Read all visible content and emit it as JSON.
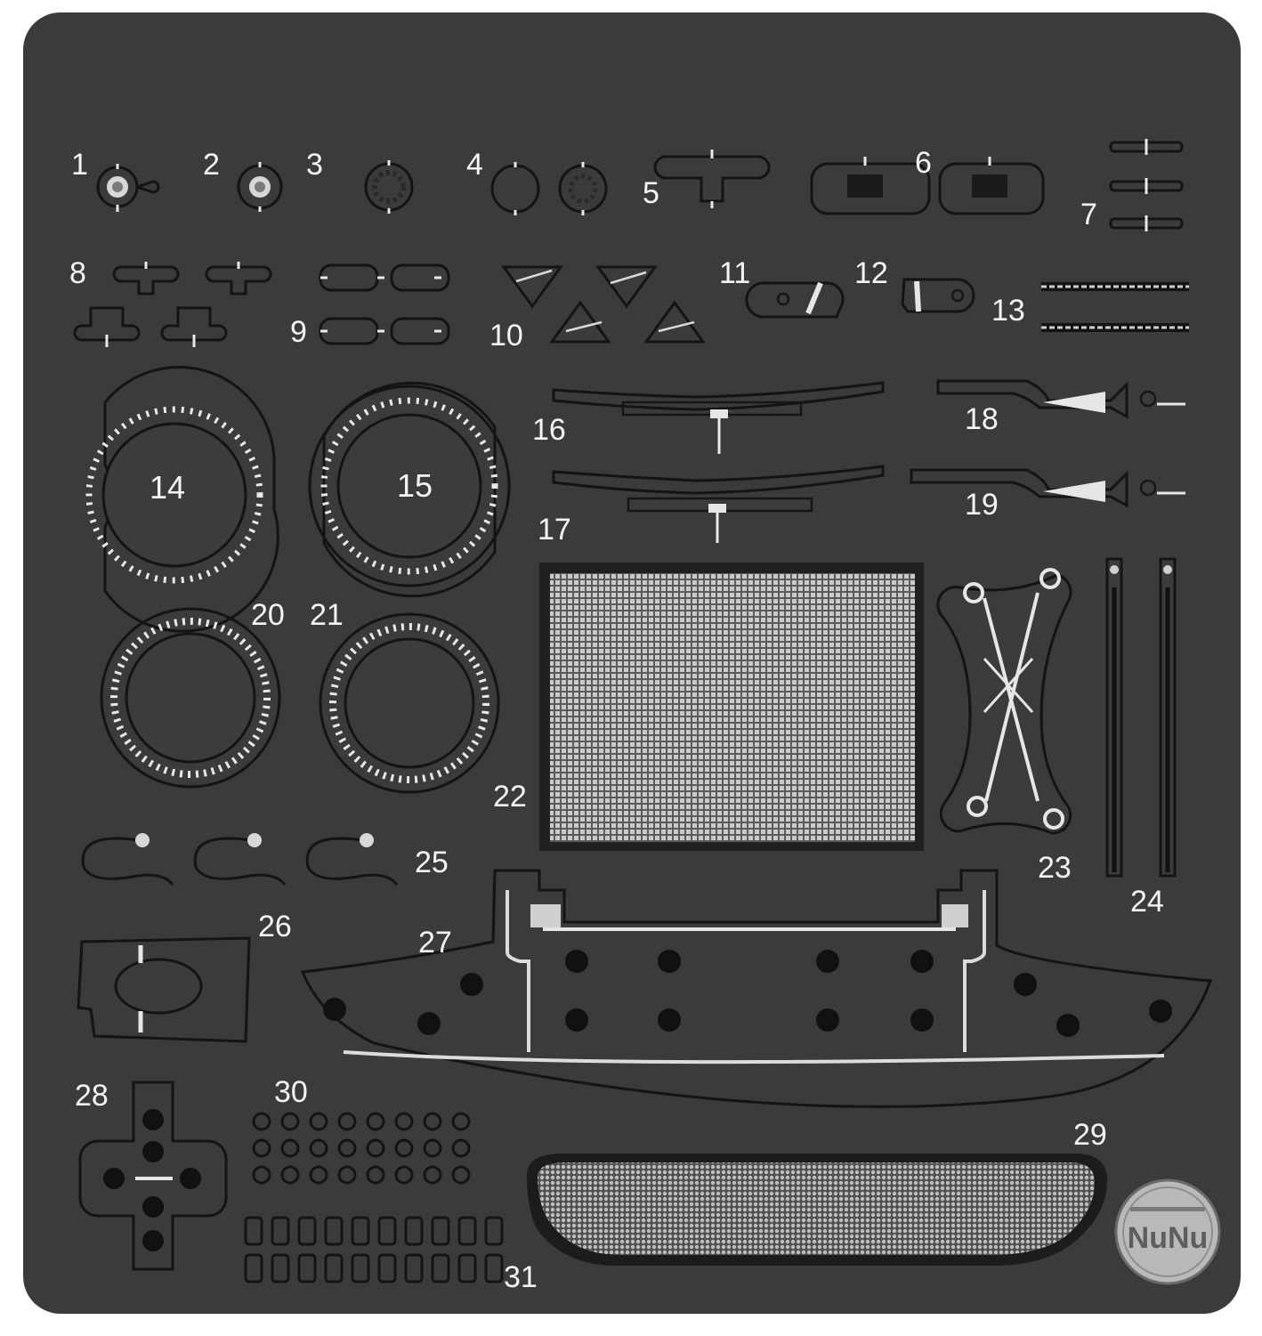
{
  "sheet": {
    "plate_color": "#3b3b3b",
    "cut_color": "#141414",
    "etch_color": "#e6e6e6",
    "part_numbers": [
      "1",
      "2",
      "3",
      "4",
      "5",
      "6",
      "7",
      "8",
      "9",
      "10",
      "11",
      "12",
      "13",
      "14",
      "15",
      "16",
      "17",
      "18",
      "19",
      "20",
      "21",
      "22",
      "23",
      "24",
      "25",
      "26",
      "27",
      "28",
      "29",
      "30",
      "31"
    ]
  },
  "logo": {
    "text": "NuNu",
    "icon": "brand-seal-icon"
  }
}
